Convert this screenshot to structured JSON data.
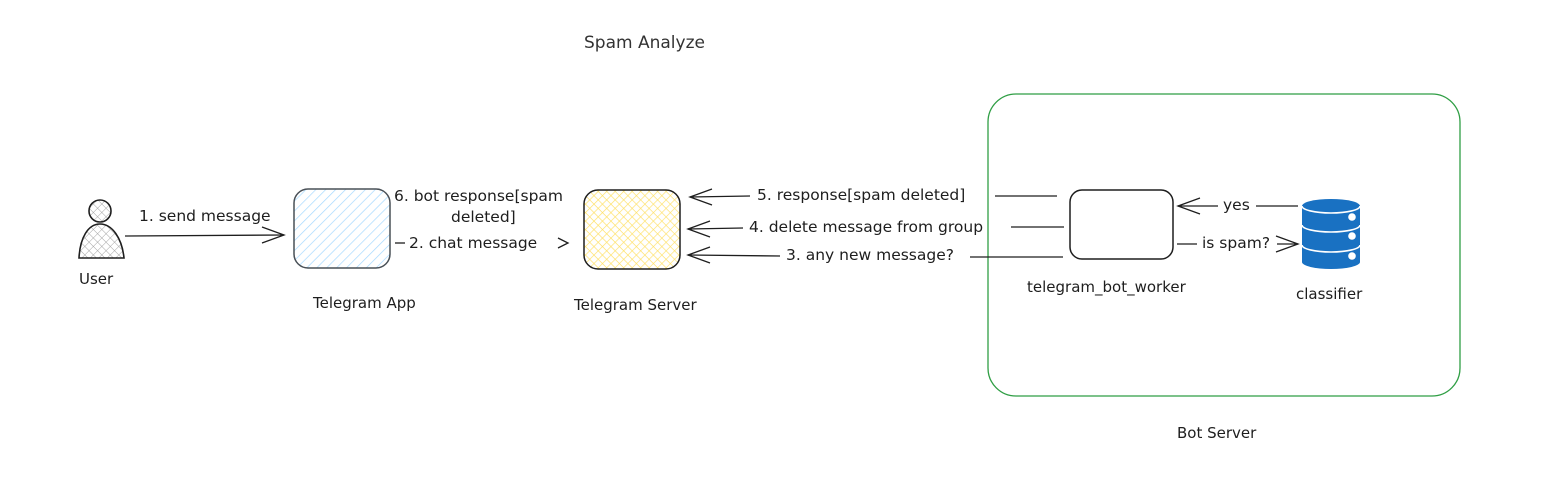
{
  "title": "Spam Analyze",
  "nodes": {
    "user": {
      "label": "User"
    },
    "telegram_app": {
      "label": "Telegram App",
      "fill": "#a5d8ff"
    },
    "telegram_server": {
      "label": "Telegram Server",
      "fill": "#ffec99"
    },
    "bot_worker": {
      "label": "telegram_bot_worker"
    },
    "classifier": {
      "label": "classifier",
      "fill": "#1971c2"
    }
  },
  "group": {
    "label": "Bot Server",
    "stroke": "#2f9e44"
  },
  "edges": {
    "e1": "1. send message",
    "e2": "2. chat message",
    "e3": "3. any new message?",
    "e4": "4. delete message from group",
    "e5": "5. response[spam deleted]",
    "e6_line1": "6. bot response[spam",
    "e6_line2": "deleted]",
    "yes": "yes",
    "is_spam": "is spam?"
  }
}
